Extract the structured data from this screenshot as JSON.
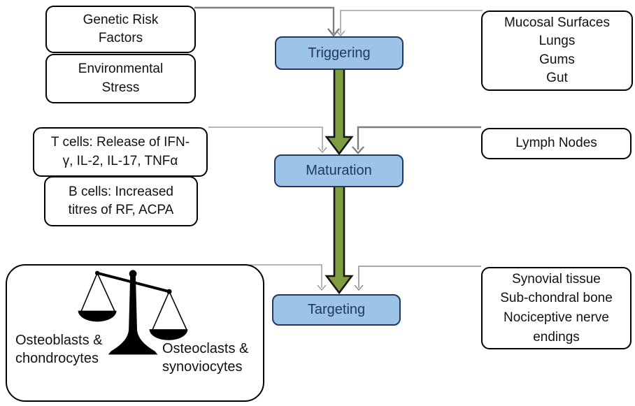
{
  "colors": {
    "stage_fill": "#9DC3E6",
    "stage_border": "#1F3864",
    "stage_text": "#1F3864",
    "arrow_green": "#7E9C40",
    "connector_gray_thick": "#7F7F7F",
    "connector_gray_thin": "#8C8C8C",
    "side_box_border": "#000000"
  },
  "rows": [
    {
      "stage_label": "Triggering",
      "left_boxes": [
        {
          "text": "Genetic Risk\nFactors"
        },
        {
          "text": "Environmental\nStress"
        }
      ],
      "right_box": {
        "text": "Mucosal Surfaces\nLungs\nGums\nGut"
      }
    },
    {
      "stage_label": "Maturation",
      "left_boxes": [
        {
          "text": "T cells: Release of IFN-\nγ, IL-2, IL-17, TNFα"
        },
        {
          "text": "B cells: Increased\ntitres of RF, ACPA"
        }
      ],
      "right_box": {
        "text": "Lymph Nodes"
      }
    },
    {
      "stage_label": "Targeting",
      "left_boxes": [
        {
          "text": "Osteoblasts &\nchondrocytes"
        },
        {
          "text": "Osteoclasts &\nsynoviocytes"
        }
      ],
      "right_box": {
        "text": "Synovial tissue\nSub-chondral bone\nNociceptive nerve\nendings"
      }
    }
  ]
}
